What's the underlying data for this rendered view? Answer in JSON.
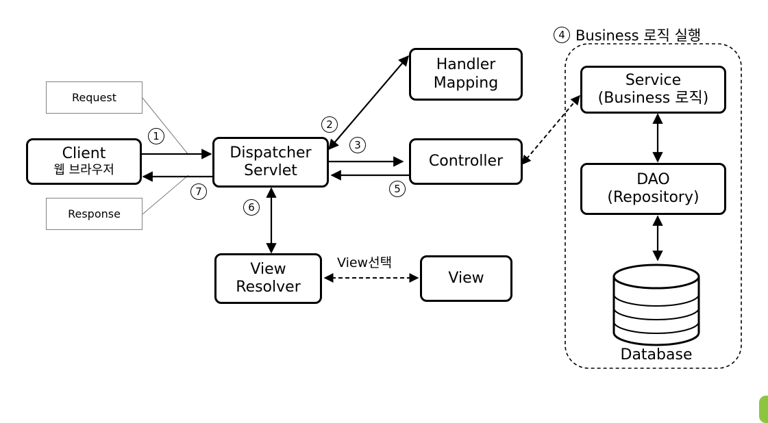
{
  "group": {
    "number": "4",
    "title": "Business 로직 실행"
  },
  "boxes": {
    "client": {
      "title": "Client",
      "subtitle": "웹 브라우저"
    },
    "dispatcher": {
      "line1": "Dispatcher",
      "line2": "Servlet"
    },
    "handler_mapping": {
      "line1": "Handler",
      "line2": "Mapping"
    },
    "controller": {
      "label": "Controller"
    },
    "view_resolver": {
      "line1": "View",
      "line2": "Resolver"
    },
    "view": {
      "label": "View"
    },
    "service": {
      "line1": "Service",
      "line2": "(Business 로직)"
    },
    "dao": {
      "line1": "DAO",
      "line2": "(Repository)"
    },
    "database": {
      "label": "Database"
    }
  },
  "notes": {
    "request": "Request",
    "response": "Response"
  },
  "steps": {
    "s1": "1",
    "s2": "2",
    "s3": "3",
    "s5": "5",
    "s6": "6",
    "s7": "7"
  },
  "edge_labels": {
    "view_select": "View선택"
  },
  "colors": {
    "line": "#000000",
    "note_border": "#808080",
    "corner_accent": "#8cc63f"
  }
}
